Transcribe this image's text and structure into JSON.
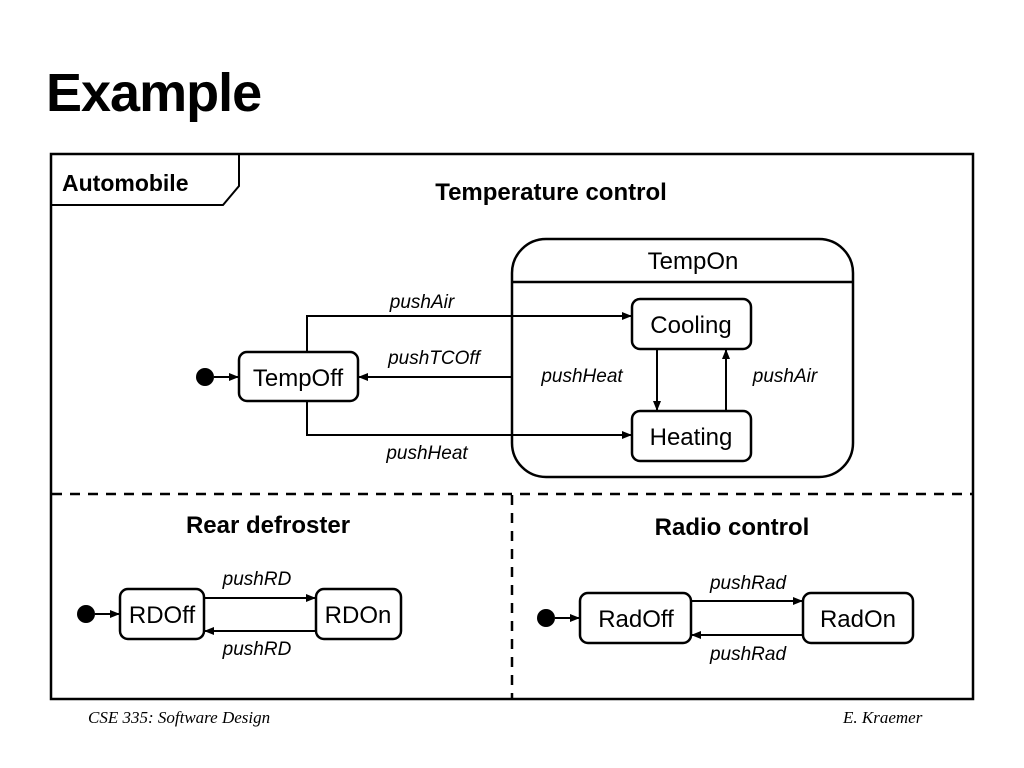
{
  "title": "Example",
  "frame_label": "Automobile",
  "temperature": {
    "heading": "Temperature control",
    "composite_state": "TempOn",
    "states": {
      "temp_off": "TempOff",
      "cooling": "Cooling",
      "heating": "Heating"
    },
    "events": {
      "off_to_cooling": "pushAir",
      "on_to_off": "pushTCOff",
      "off_to_heating": "pushHeat",
      "cooling_to_heating": "pushHeat",
      "heating_to_cooling": "pushAir"
    }
  },
  "rear_defroster": {
    "heading": "Rear defroster",
    "states": {
      "off": "RDOff",
      "on": "RDOn"
    },
    "events": {
      "off_to_on": "pushRD",
      "on_to_off": "pushRD"
    }
  },
  "radio": {
    "heading": "Radio control",
    "states": {
      "off": "RadOff",
      "on": "RadOn"
    },
    "events": {
      "off_to_on": "pushRad",
      "on_to_off": "pushRad"
    }
  },
  "footer": {
    "course": "CSE 335: Software Design",
    "author": "E. Kraemer"
  }
}
